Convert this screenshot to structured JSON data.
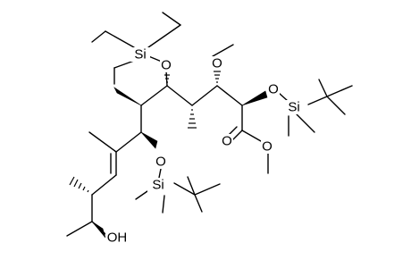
{
  "atoms": {
    "si_tes": "Si",
    "o_tes": "O",
    "o_methoxy": "O",
    "o_tbs_top": "O",
    "si_tbs_top": "Si",
    "o_carbonyl": "O",
    "o_ester": "O",
    "o_tbs_bottom": "O",
    "si_tbs_bottom": "Si",
    "oh": "OH"
  }
}
